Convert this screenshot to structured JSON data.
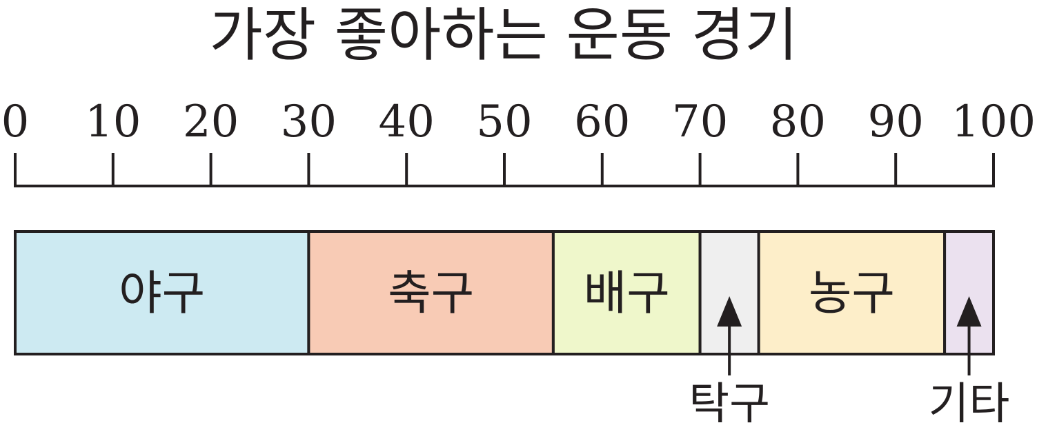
{
  "chart_data": {
    "type": "bar",
    "subtype": "stacked-percentage-strip",
    "title": "가장 좋아하는 운동 경기",
    "xlim": [
      0,
      100
    ],
    "ticks": [
      0,
      10,
      20,
      30,
      40,
      50,
      60,
      70,
      80,
      90,
      100
    ],
    "tick_labels": [
      "0",
      "10",
      "20",
      "30",
      "40",
      "50",
      "60",
      "70",
      "80",
      "90",
      "100"
    ],
    "segments": [
      {
        "label": "야구",
        "value": 30,
        "color": "#cdeaf2",
        "callout": false
      },
      {
        "label": "축구",
        "value": 25,
        "color": "#f8cbb5",
        "callout": false
      },
      {
        "label": "배구",
        "value": 15,
        "color": "#eff7cb",
        "callout": false
      },
      {
        "label": "탁구",
        "value": 6,
        "color": "#efefef",
        "callout": true
      },
      {
        "label": "농구",
        "value": 19,
        "color": "#fdeec9",
        "callout": true
      },
      {
        "label": "기타",
        "value": 5,
        "color": "#ebe1ef",
        "callout": true
      }
    ],
    "grid": false,
    "legend": "none"
  }
}
